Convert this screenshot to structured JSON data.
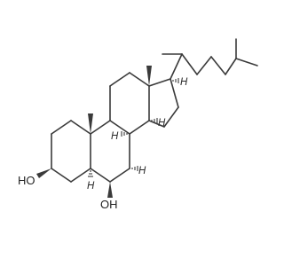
{
  "labels": {
    "oh_3": "HO",
    "oh_6": "OH",
    "h_5": "H",
    "h_8": "H",
    "h_9": "H",
    "h_14": "H",
    "h_17": "H"
  }
}
